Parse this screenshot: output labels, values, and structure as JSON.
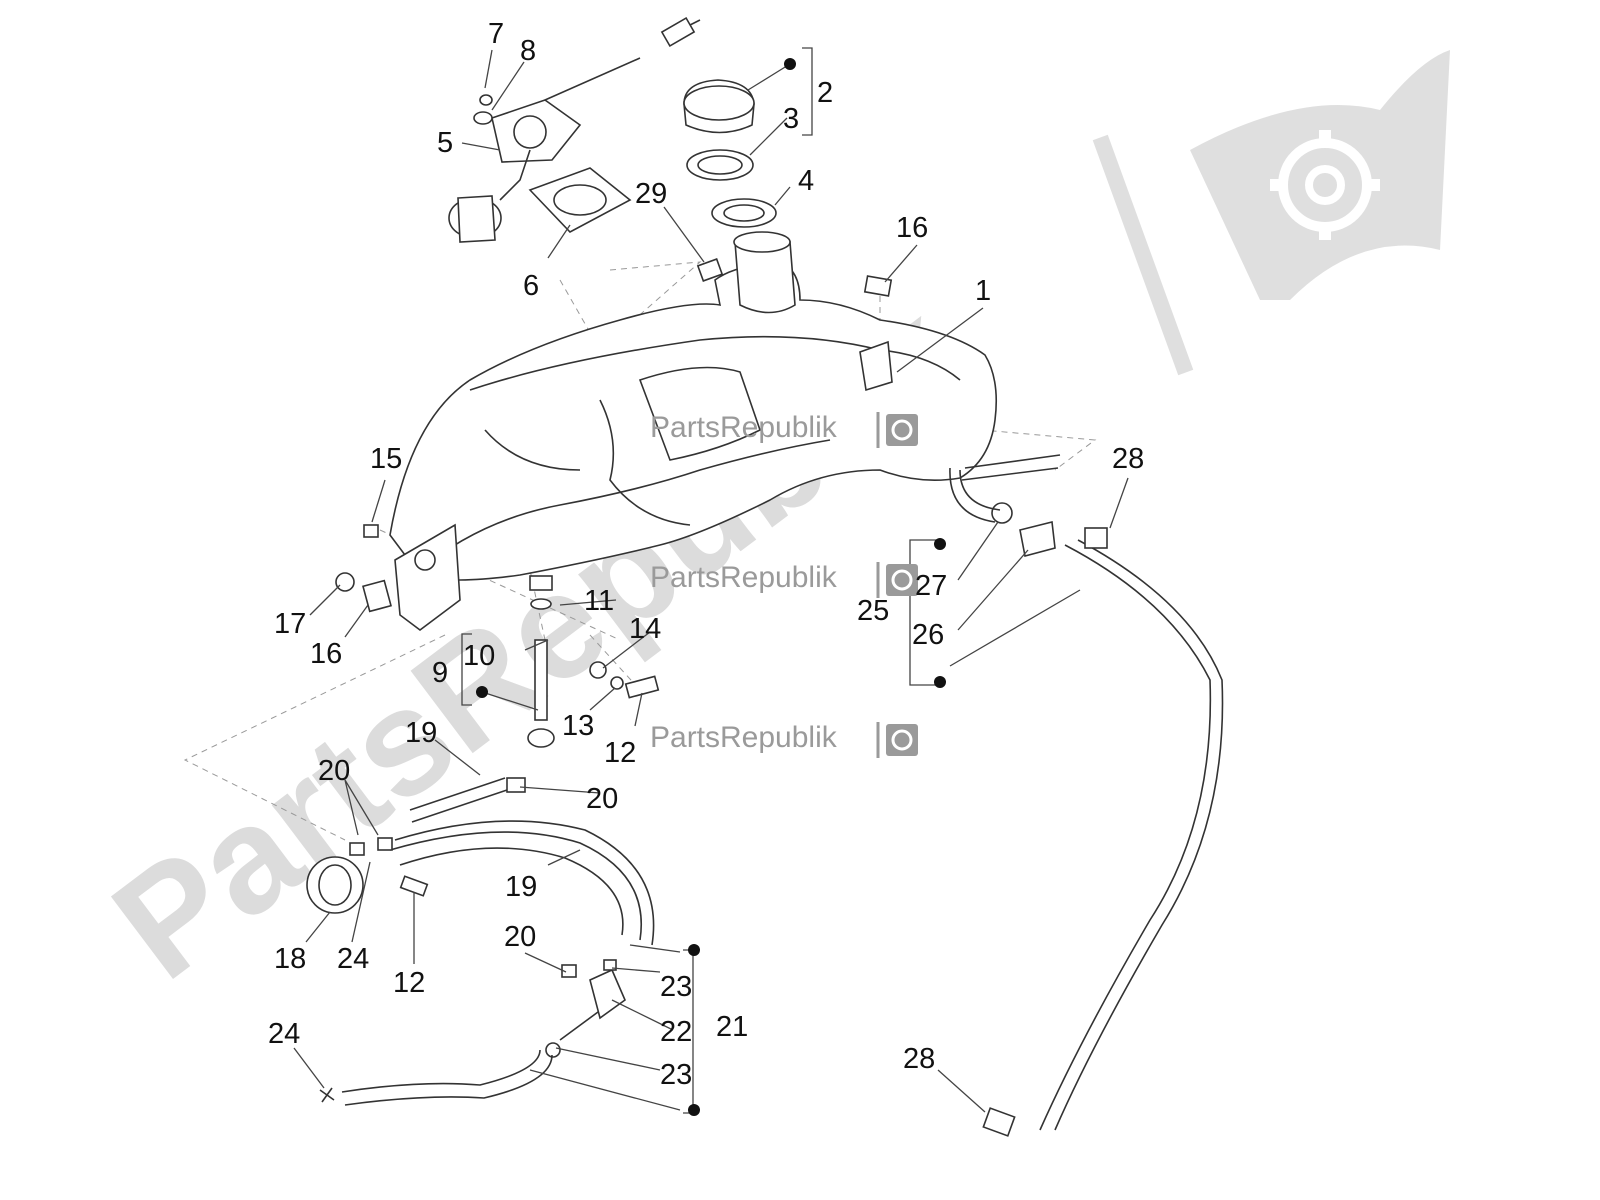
{
  "watermarks": {
    "large": "PartsRepublik",
    "small": [
      "PartsRepublik",
      "PartsRepublik",
      "PartsRepublik"
    ]
  },
  "callouts": {
    "c1": "1",
    "c2": "2",
    "c3": "3",
    "c4": "4",
    "c5": "5",
    "c6": "6",
    "c7": "7",
    "c8": "8",
    "c9": "9",
    "c10": "10",
    "c11": "11",
    "c12a": "12",
    "c12b": "12",
    "c13": "13",
    "c14": "14",
    "c15": "15",
    "c16a": "16",
    "c16b": "16",
    "c17": "17",
    "c18": "18",
    "c19a": "19",
    "c19b": "19",
    "c20a": "20",
    "c20b": "20",
    "c20c": "20",
    "c21": "21",
    "c22": "22",
    "c23a": "23",
    "c23b": "23",
    "c24a": "24",
    "c24b": "24",
    "c25": "25",
    "c26": "26",
    "c27": "27",
    "c28a": "28",
    "c28b": "28",
    "c29": "29"
  },
  "icons": [
    "gear-flag-logo-icon",
    "gear-small-icon",
    "bullet-dot-icon"
  ],
  "colors": {
    "watermark": "#dcdcdc",
    "line": "#333333",
    "text": "#111111"
  }
}
